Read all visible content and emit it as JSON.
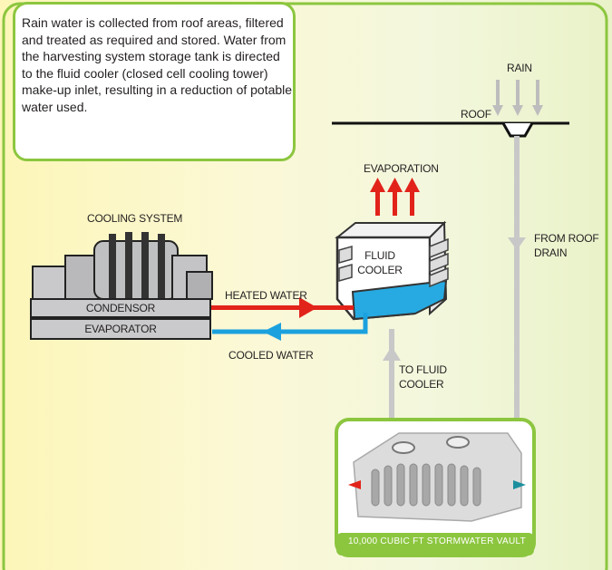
{
  "intro": {
    "text": "Rain water is collected from roof areas, filtered and treated as required and stored.  Water from the harvesting system storage tank is directed to the fluid cooler (closed cell cooling tower) make-up inlet, resulting in a reduction of potable water used."
  },
  "labels": {
    "rain": "RAIN",
    "roof": "ROOF",
    "evaporation": "EVAPORATION",
    "cooling_system": "COOLING SYSTEM",
    "condensor": "CONDENSOR",
    "evaporator": "EVAPORATOR",
    "heated_water": "HEATED WATER",
    "cooled_water": "COOLED WATER",
    "fluid_cooler_line1": "FLUID",
    "fluid_cooler_line2": "COOLER",
    "from_roof_drain_line1": "FROM ROOF",
    "from_roof_drain_line2": "DRAIN",
    "to_fluid_cooler_line1": "TO FLUID",
    "to_fluid_cooler_line2": "COOLER",
    "vault_caption": "10,000 CUBIC FT STORMWATER VAULT"
  },
  "colors": {
    "green_border": "#8cc63f",
    "heated_red": "#e2231a",
    "cooled_blue": "#1ba1de",
    "pipe_gray": "#c8c8c8",
    "water_blue": "#27aae1"
  }
}
